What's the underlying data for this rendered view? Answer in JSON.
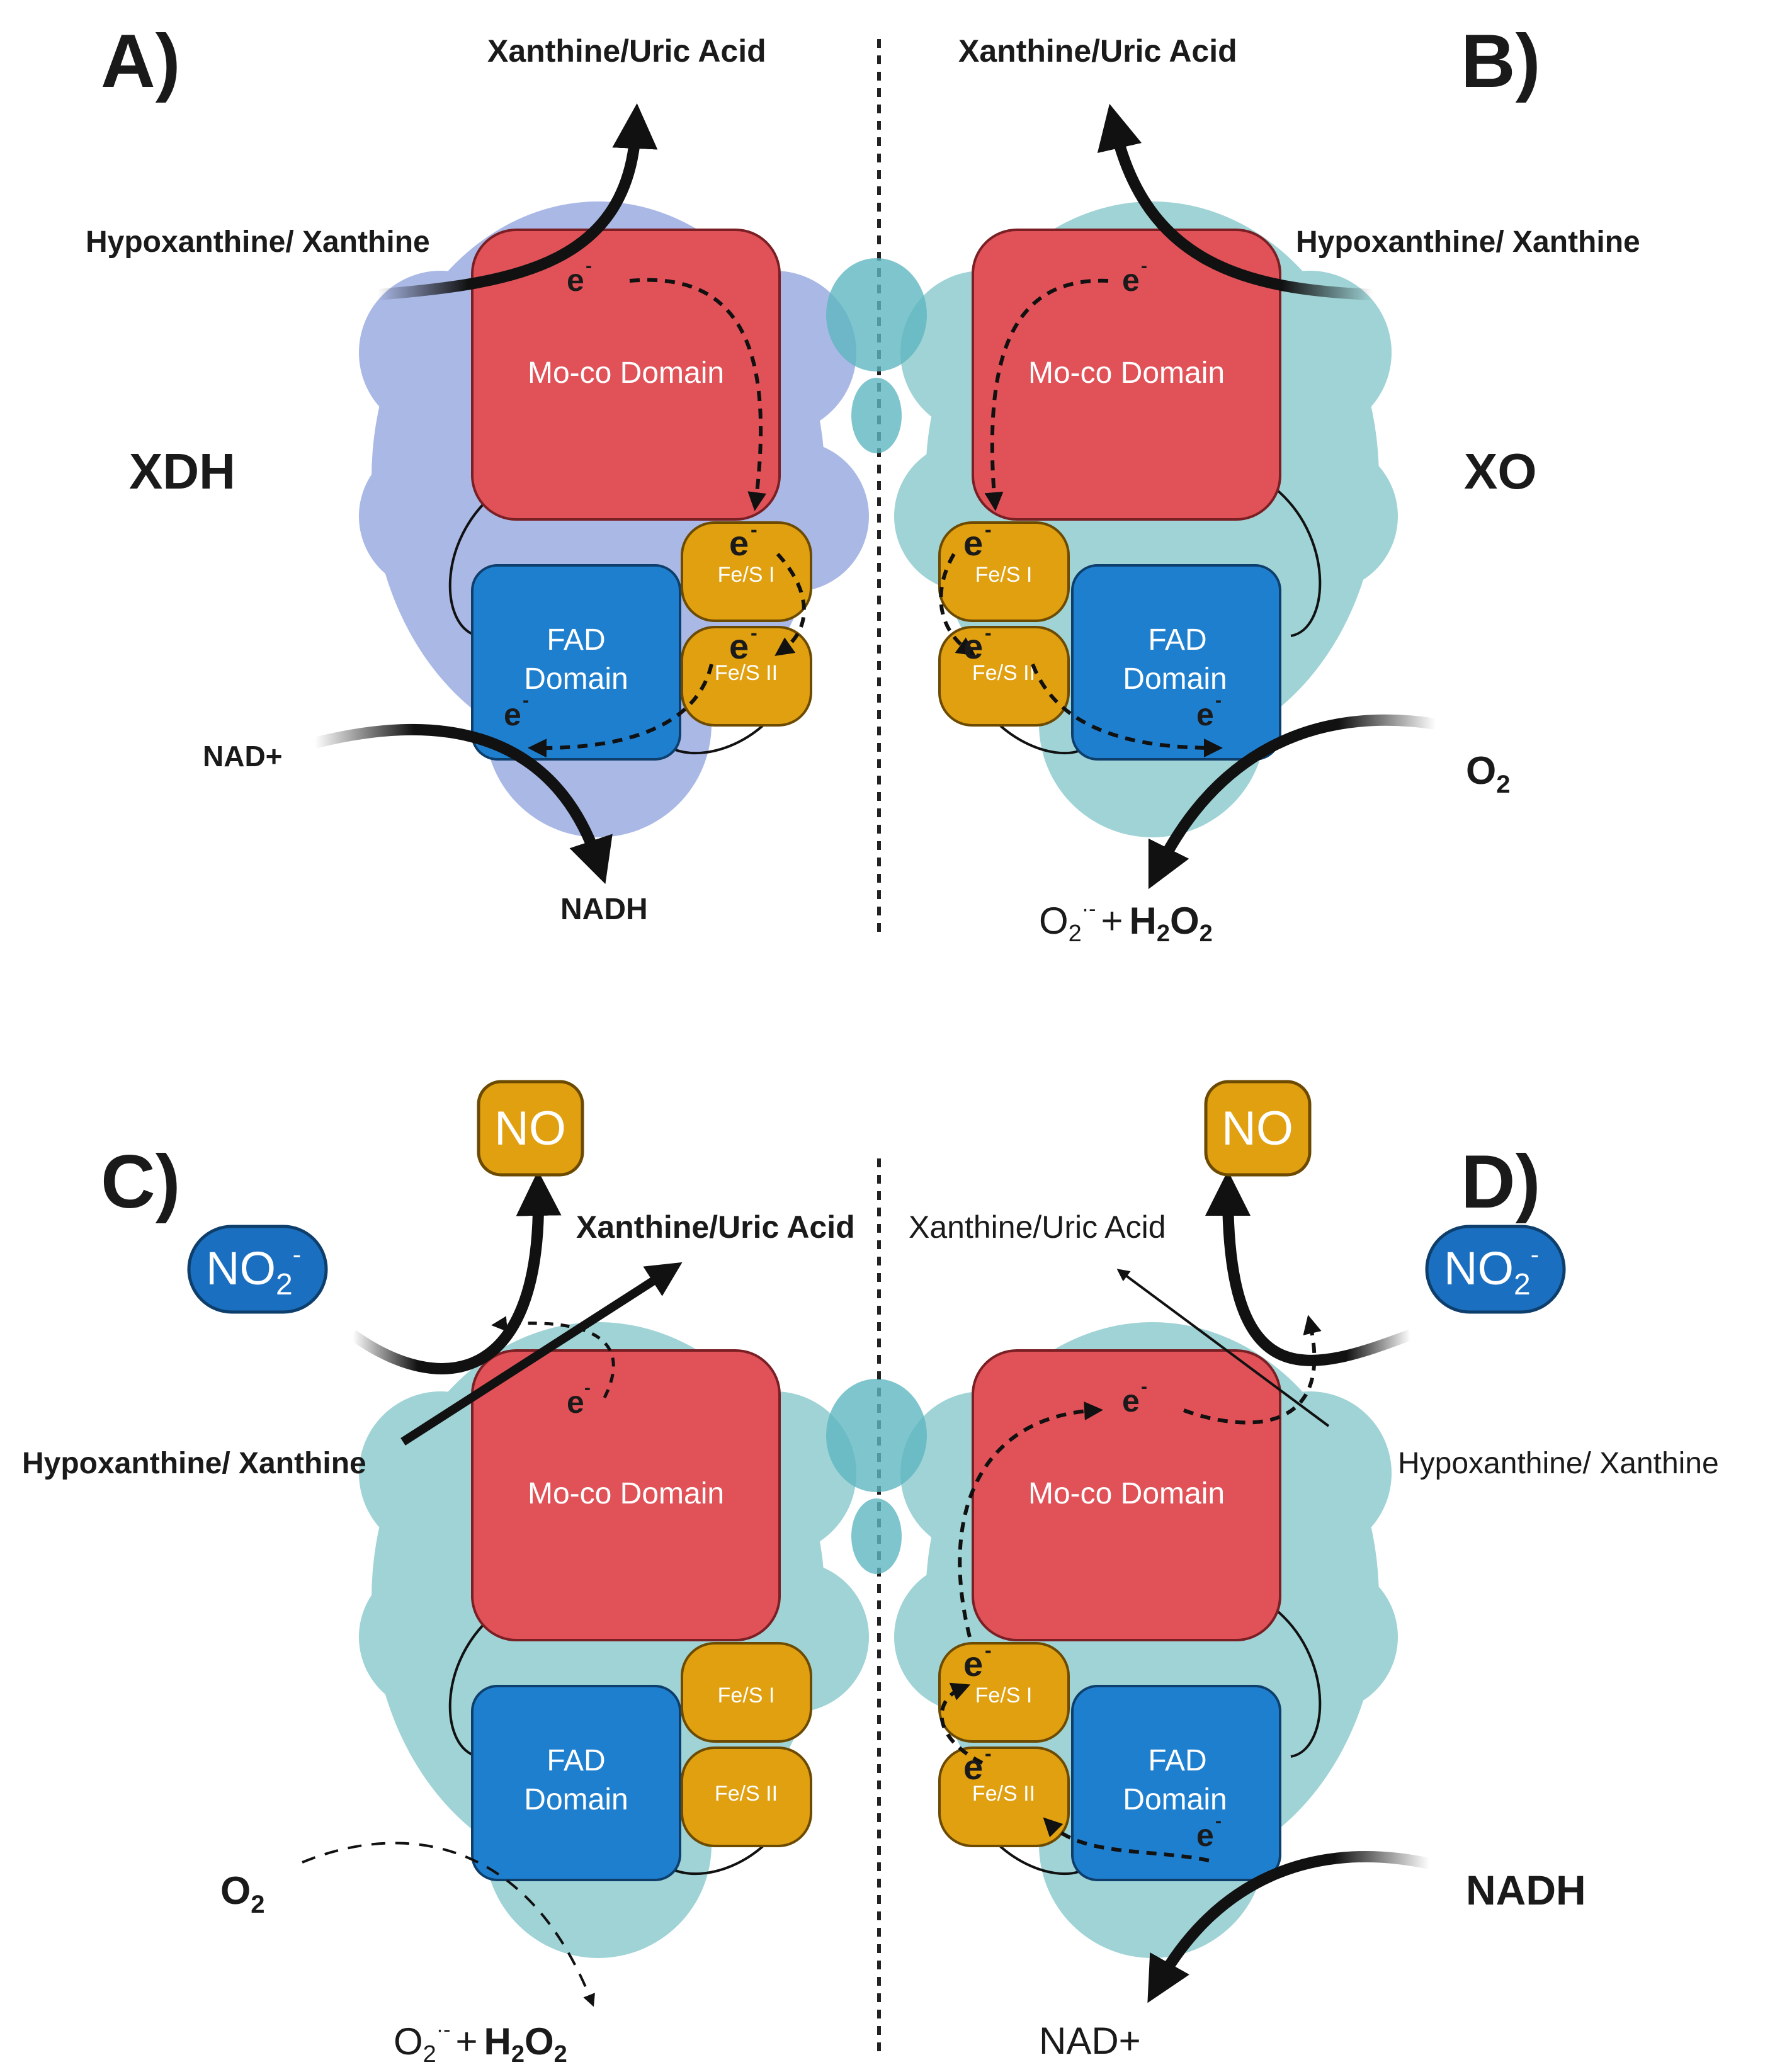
{
  "panels": {
    "a": {
      "letter": "A)",
      "enzyme": "XDH",
      "product": "Xanthine/Uric Acid",
      "substrate": "Hypoxanthine/ Xanthine",
      "acceptor_in": "NAD+",
      "acceptor_out": "NADH"
    },
    "b": {
      "letter": "B)",
      "enzyme": "XO",
      "product": "Xanthine/Uric Acid",
      "substrate": "Hypoxanthine/ Xanthine",
      "acceptor_in": "O",
      "acceptor_in_sub": "2",
      "out_o": "O",
      "out_o_sub": "2",
      "out_o_sup": "·-",
      "out_plus": "+",
      "out_h": "H",
      "out_h_sub": "2",
      "out_o2": "O",
      "out_o2_sub": "2"
    },
    "c": {
      "letter": "C)",
      "product": "Xanthine/Uric Acid",
      "substrate": "Hypoxanthine/ Xanthine",
      "no": "NO",
      "nitrite": "NO",
      "nitrite_sub": "2",
      "nitrite_sup": "-",
      "acceptor_in": "O",
      "acceptor_in_sub": "2",
      "out_o": "O",
      "out_o_sub": "2",
      "out_o_sup": "·-",
      "out_plus": "+",
      "out_h": "H",
      "out_h_sub": "2",
      "out_o2": "O",
      "out_o2_sub": "2"
    },
    "d": {
      "letter": "D)",
      "product": "Xanthine/Uric Acid",
      "substrate": "Hypoxanthine/ Xanthine",
      "no": "NO",
      "nitrite": "NO",
      "nitrite_sub": "2",
      "nitrite_sup": "-",
      "acceptor_in": "NADH",
      "acceptor_out": "NAD+"
    }
  },
  "domains": {
    "moco": "Mo-co Domain",
    "fad_line1": "FAD",
    "fad_line2": "Domain",
    "fes1": "Fe/S I",
    "fes2": "Fe/S II",
    "electron": "e",
    "electron_sup": "-"
  },
  "colors": {
    "moco": "#e05258",
    "fad": "#1f7fcf",
    "fes": "#e0a010",
    "xdh_blob": "#aab8e6",
    "xo_blob": "#9fd3d6",
    "stalk": "#5fb7c0",
    "arrow": "#111111"
  }
}
